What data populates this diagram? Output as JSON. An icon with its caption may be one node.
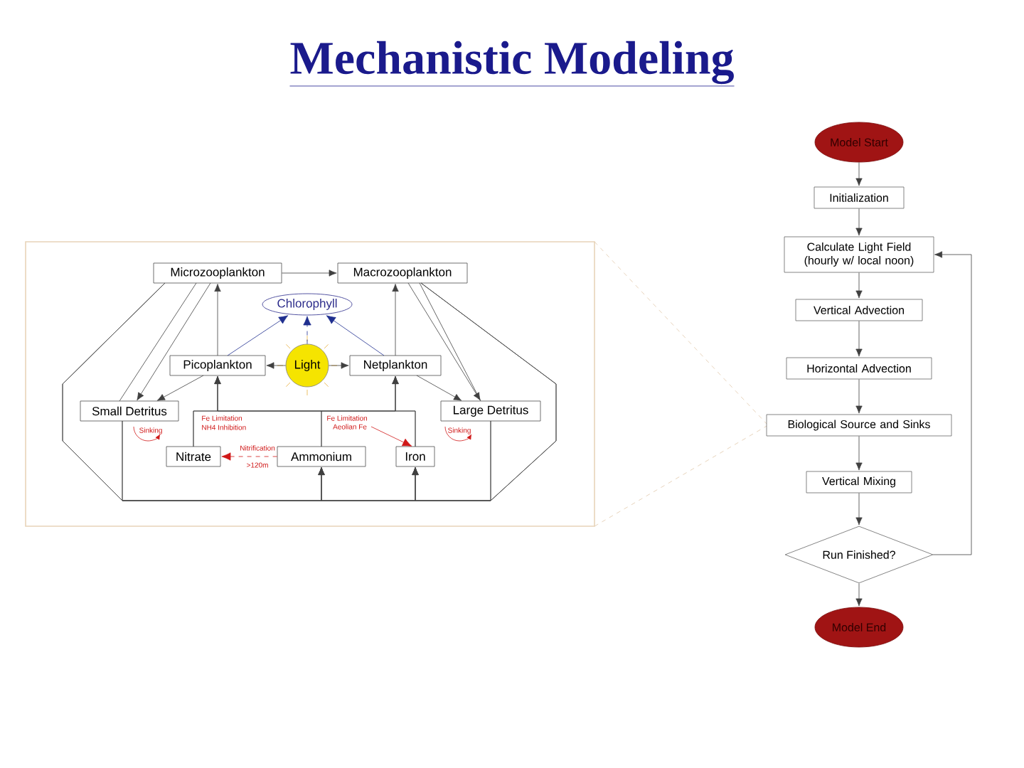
{
  "diagram": {
    "title": "Mechanistic Modeling",
    "nodes": [
      {
        "text": [
          "Microzooplankton"
        ]
      },
      {
        "text": [
          "Macrozooplankton"
        ]
      },
      {
        "text": [
          "Chlorophyll"
        ]
      },
      {
        "text": [
          "Picoplankton"
        ]
      },
      {
        "text": [
          "Light"
        ]
      },
      {
        "text": [
          "Netplankton"
        ]
      },
      {
        "text": [
          "Small Detritus"
        ]
      },
      {
        "text": [
          "Large Detritus"
        ]
      },
      {
        "text": [
          "Aeolian Fe"
        ]
      },
      {
        "text": [
          "Nitrate"
        ]
      },
      {
        "text": [
          "Ammonium"
        ]
      },
      {
        "text": [
          "Iron"
        ]
      },
      {
        "text": [
          "Model Start"
        ]
      },
      {
        "text": [
          "Initialization"
        ]
      },
      {
        "text": [
          "Calculate Light Field (hourly w/ local noon)"
        ]
      },
      {
        "text": [
          "Vertical Advection"
        ]
      },
      {
        "text": [
          "Horizontal Advection"
        ]
      },
      {
        "text": [
          "Biological Source and Sinks"
        ]
      },
      {
        "text": [
          "Vertical Mixing"
        ]
      },
      {
        "text": [
          "Run Finished?"
        ]
      },
      {
        "text": [
          "Model End"
        ]
      }
    ],
    "edges": [
      {
        "from": 0,
        "to": 1,
        "arrow": "to"
      },
      {
        "from": 3,
        "to": 0,
        "arrow": "to"
      },
      {
        "from": 5,
        "to": 1,
        "arrow": "to"
      },
      {
        "from": 0,
        "to": 6,
        "arrow": "to"
      },
      {
        "from": 6,
        "to": 0,
        "arrow": "none"
      },
      {
        "from": 3,
        "to": 6,
        "arrow": "to"
      },
      {
        "from": 1,
        "to": 7,
        "arrow": "to"
      },
      {
        "from": 7,
        "to": 1,
        "arrow": "none"
      },
      {
        "from": 5,
        "to": 7,
        "arrow": "to"
      },
      {
        "from": 4,
        "to": 3,
        "arrow": "to"
      },
      {
        "from": 4,
        "to": 5,
        "arrow": "to"
      },
      {
        "from": 4,
        "to": 2,
        "arrow": "to",
        "style": "dashed",
        "color": "#1f2f8f"
      },
      {
        "from": 3,
        "to": 2,
        "arrow": "to",
        "color": "#1f2f8f"
      },
      {
        "from": 5,
        "to": 2,
        "arrow": "to",
        "color": "#1f2f8f"
      },
      {
        "from": 10,
        "to": 9,
        "arrow": "to",
        "label": "Nitrification",
        "style": "dashed",
        "color": "#d01818"
      },
      {
        "from": 8,
        "to": 11,
        "arrow": "to",
        "color": "#d01818"
      },
      {
        "from": 9,
        "to": 3,
        "arrow": "to"
      },
      {
        "from": 9,
        "to": 5,
        "arrow": "to"
      },
      {
        "from": 10,
        "to": 3,
        "arrow": "to"
      },
      {
        "from": 10,
        "to": 5,
        "arrow": "to"
      },
      {
        "from": 11,
        "to": 3,
        "arrow": "to"
      },
      {
        "from": 11,
        "to": 5,
        "arrow": "to"
      },
      {
        "from": 0,
        "to": 10,
        "arrow": "to"
      },
      {
        "from": 0,
        "to": 11,
        "arrow": "to"
      },
      {
        "from": 1,
        "to": 10,
        "arrow": "to"
      },
      {
        "from": 1,
        "to": 11,
        "arrow": "to"
      },
      {
        "from": 6,
        "to": 10,
        "arrow": "to"
      },
      {
        "from": 6,
        "to": 11,
        "arrow": "to"
      },
      {
        "from": 7,
        "to": 10,
        "arrow": "to"
      },
      {
        "from": 7,
        "to": 11,
        "arrow": "to"
      },
      {
        "from": 12,
        "to": 13,
        "arrow": "to"
      },
      {
        "from": 13,
        "to": 14,
        "arrow": "to"
      },
      {
        "from": 14,
        "to": 15,
        "arrow": "to"
      },
      {
        "from": 15,
        "to": 16,
        "arrow": "to"
      },
      {
        "from": 16,
        "to": 17,
        "arrow": "to"
      },
      {
        "from": 17,
        "to": 18,
        "arrow": "to"
      },
      {
        "from": 18,
        "to": 19,
        "arrow": "to"
      },
      {
        "from": 19,
        "to": 20,
        "arrow": "to"
      },
      {
        "from": 19,
        "to": 14,
        "arrow": "to"
      }
    ],
    "labels": [
      "Fe Limitation",
      "NH4 Inhibition",
      "Fe Limitation",
      "Sinking",
      "Sinking",
      ">120m"
    ]
  }
}
